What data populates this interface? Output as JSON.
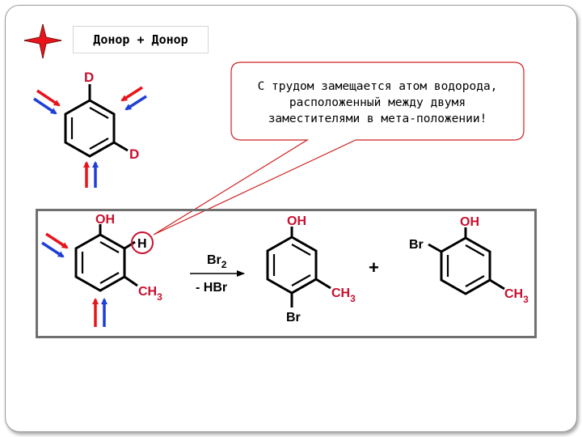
{
  "header": {
    "title": "Донор + Донор"
  },
  "callout": {
    "text": "С трудом замещается атом водорода,\nрасположенный между двумя\nзаместителями в мета-положении!"
  },
  "top_molecule": {
    "d1": "D",
    "d2": "D"
  },
  "reaction": {
    "reactant": {
      "oh": "OH",
      "h": "H",
      "ch3_main": "CH",
      "ch3_sub": "3"
    },
    "reagent_top_main": "Br",
    "reagent_top_sub": "2",
    "reagent_bottom": "- HBr",
    "product1": {
      "oh": "OH",
      "ch3_main": "CH",
      "ch3_sub": "3",
      "br": "Br"
    },
    "plus": "+",
    "product2": {
      "oh": "OH",
      "br": "Br",
      "ch3_main": "CH",
      "ch3_sub": "3"
    }
  },
  "colors": {
    "label_red": "#c8102e",
    "arrow_red": "#e8141c",
    "arrow_blue": "#1f3fd6",
    "callout_border": "#d02020",
    "frame": "#707070"
  },
  "icons": {
    "title_star": "four-point-star-icon"
  }
}
